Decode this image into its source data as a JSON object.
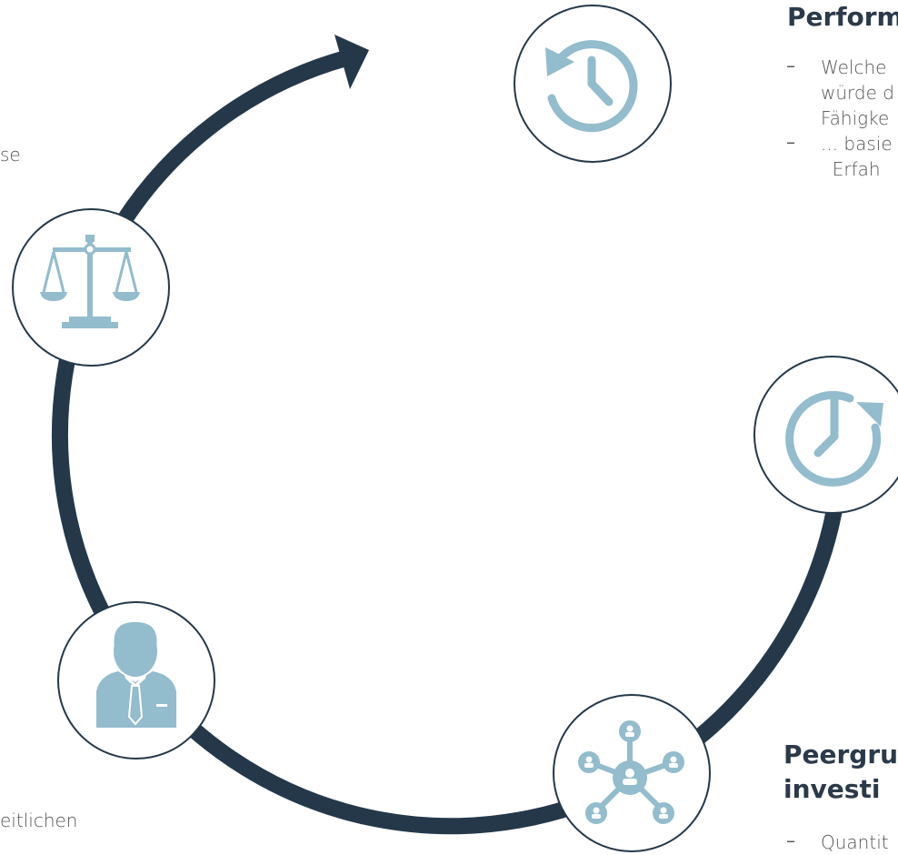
{
  "colors": {
    "ring": "#24384a",
    "icon": "#93bccd",
    "circle_border": "#24384a",
    "circle_fill": "#ffffff",
    "heading": "#2b3a4a",
    "text": "#555555"
  },
  "icons": [
    "clock-counterclockwise-icon",
    "clock-clockwise-icon",
    "network-people-icon",
    "businessman-icon",
    "scales-icon"
  ],
  "performance": {
    "heading": "Perform",
    "bullets": [
      {
        "dash": "–",
        "lines": [
          "Welche",
          "würde d",
          "Fähigke"
        ]
      },
      {
        "dash": "–",
        "lines": [
          "... basie",
          "  Erfah"
        ]
      }
    ]
  },
  "peer": {
    "heading_line1": "Peergru",
    "heading_line2": "investi",
    "bullet_dash": "–",
    "bullet_text": "Quantit"
  },
  "left_fragments": {
    "top": "se",
    "bottom": "eitlichen"
  }
}
